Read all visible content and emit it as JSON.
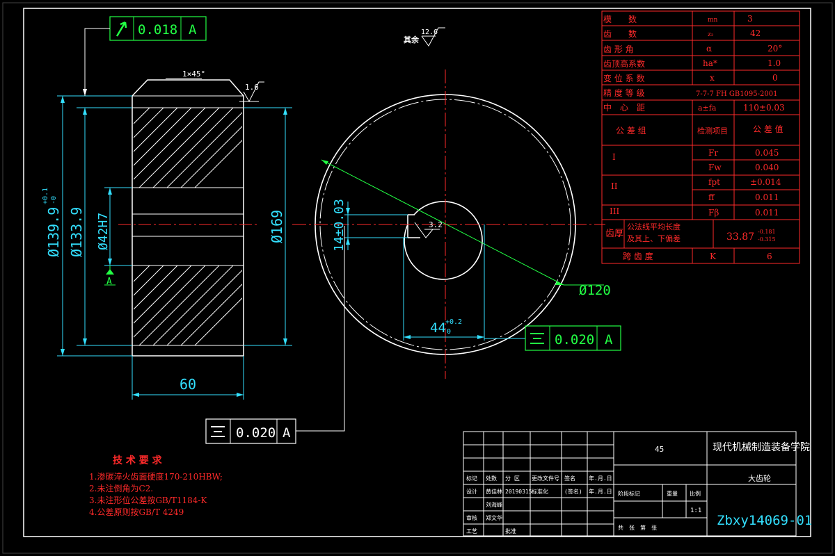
{
  "drawing": {
    "surface_roughness": {
      "rest_label": "其余",
      "rest_value": "12.6",
      "chamfer_face": "1.6",
      "bore": "3.2"
    },
    "chamfer_note": "1×45°",
    "datum_label": "A",
    "flag_runout": {
      "tolerance": "0.018",
      "datum": "A"
    },
    "flag_symmetry_keyway": {
      "tolerance": "0.020",
      "datum": "A"
    },
    "flag_symmetry_bottom": {
      "tolerance": "0.020",
      "datum": "A"
    },
    "dimensions": {
      "outer_diameter": "Ø139.9",
      "outer_diameter_tol_upper": "+0.1",
      "outer_diameter_tol_lower": "-0",
      "root_diameter": "Ø133.9",
      "bore": "Ø42H7",
      "hub_diameter": "Ø169",
      "width": "60",
      "keyway_width": "14±0.03",
      "keyway_depth": "44",
      "keyway_depth_tol_upper": "+0.2",
      "keyway_depth_tol_lower": "0",
      "pitch_circle": "Ø120"
    },
    "colors": {
      "background": "#000000",
      "geometry": "#ffffff",
      "dimension": "#33e0ff",
      "annotation": "#22ff44",
      "table": "#ff2a2a",
      "hatch": "#ffff33"
    }
  },
  "gear_table": {
    "rows": [
      {
        "label": "模　　数",
        "symbol": "mn",
        "value": "3"
      },
      {
        "label": "齿　　数",
        "symbol": "z₂",
        "value": "42"
      },
      {
        "label": "齿 形 角",
        "symbol": "α",
        "value": "20°"
      },
      {
        "label": "齿顶高系数",
        "symbol": "ha*",
        "value": "1.0"
      },
      {
        "label": "变 位 系 数",
        "symbol": "x",
        "value": "0"
      },
      {
        "label": "精 度 等 级",
        "symbol": "",
        "value": "7-7-7 FH GB1095-2001"
      },
      {
        "label": "中　心　距",
        "symbol": "a±fa",
        "value": "110±0.03"
      }
    ],
    "tolerance_header": {
      "group": "公 差 组",
      "item": "检测项目",
      "value": "公 差 值"
    },
    "tolerance_rows": [
      {
        "group": "I",
        "item": "Fr",
        "value": "0.045"
      },
      {
        "group": "",
        "item": "Fw",
        "value": "0.040"
      },
      {
        "group": "II",
        "item": "fpt",
        "value": "±0.014"
      },
      {
        "group": "",
        "item": "ff",
        "value": "0.011"
      },
      {
        "group": "III",
        "item": "Fβ",
        "value": "0.011"
      }
    ],
    "tooth_thickness": {
      "label": "齿厚",
      "desc_line1": "公法线平均长度",
      "desc_line2": "及其上、下偏差",
      "value": "33.87",
      "upper": "-0.181",
      "lower": "-0.315"
    },
    "span_teeth": {
      "label": "跨 齿 度",
      "symbol": "K",
      "value": "6"
    }
  },
  "tech_requirements": {
    "title": "技 术 要 求",
    "items": [
      "1.渗碳淬火齿面硬度170-210HBW;",
      "2.未注倒角为C2.",
      "3.未注形位公差按GB/T1184-K",
      "4.公差原则按GB/T 4249"
    ]
  },
  "title_block": {
    "material": "45",
    "institute": "现代机械制造装备学院",
    "part_name": "大齿轮",
    "drawing_number": "Zbxy14069-01",
    "scale": "1:1",
    "cells": {
      "mark": "标记",
      "count": "处数",
      "zone": "分 区",
      "change_doc": "更改文件号",
      "sign": "签名",
      "date": "年.月.日",
      "design": "设计",
      "designer": "黄佳林",
      "date_value": "20190315",
      "standard": "标准化",
      "seal": "(签名)",
      "date_row": "年.月.日",
      "stage_mark": "阶段标记",
      "weight": "重量",
      "ratio": "比例",
      "review": "审核",
      "reviewer": "郑文华",
      "check": "工艺",
      "approve": "批准",
      "sheet_info": "共　张　第　张",
      "designer2": "刘海峰"
    }
  }
}
